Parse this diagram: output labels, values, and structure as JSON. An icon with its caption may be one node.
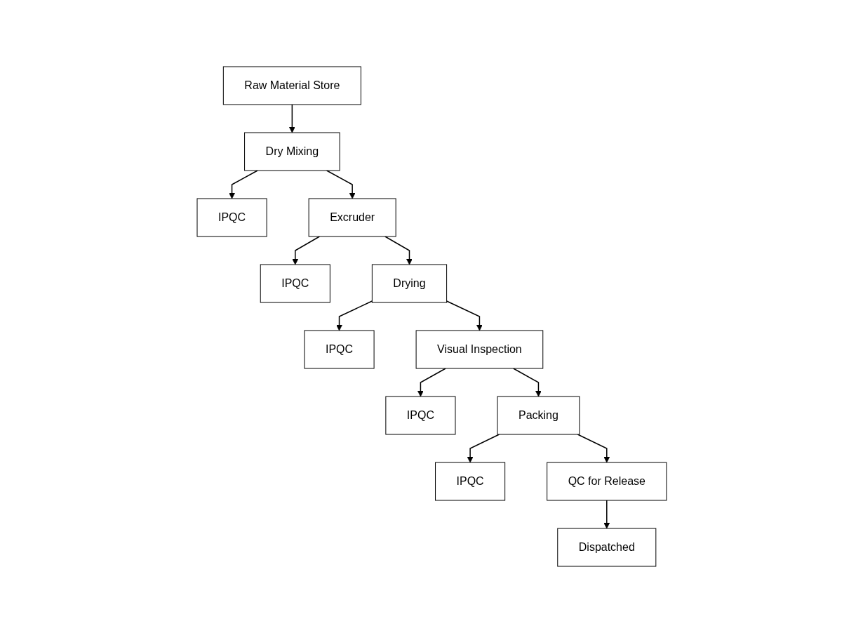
{
  "diagram": {
    "nodes": [
      {
        "text": [
          "Raw Material Store"
        ]
      },
      {
        "text": [
          "Dry Mixing"
        ]
      },
      {
        "text": [
          "IPQC"
        ]
      },
      {
        "text": [
          "Excruder"
        ]
      },
      {
        "text": [
          "IPQC"
        ]
      },
      {
        "text": [
          "Drying"
        ]
      },
      {
        "text": [
          "IPQC"
        ]
      },
      {
        "text": [
          "Visual Inspection"
        ]
      },
      {
        "text": [
          "IPQC"
        ]
      },
      {
        "text": [
          "Packing"
        ]
      },
      {
        "text": [
          "IPQC"
        ]
      },
      {
        "text": [
          "QC for Release"
        ]
      },
      {
        "text": [
          "Dispatched"
        ]
      }
    ],
    "edges": [
      {
        "from": 0,
        "to": 1,
        "arrow": "to"
      },
      {
        "from": 1,
        "to": 2,
        "arrow": "to"
      },
      {
        "from": 1,
        "to": 3,
        "arrow": "to"
      },
      {
        "from": 3,
        "to": 4,
        "arrow": "to"
      },
      {
        "from": 3,
        "to": 5,
        "arrow": "to"
      },
      {
        "from": 5,
        "to": 6,
        "arrow": "to"
      },
      {
        "from": 5,
        "to": 7,
        "arrow": "to"
      },
      {
        "from": 7,
        "to": 8,
        "arrow": "to"
      },
      {
        "from": 7,
        "to": 9,
        "arrow": "to"
      },
      {
        "from": 9,
        "to": 10,
        "arrow": "to"
      },
      {
        "from": 9,
        "to": 11,
        "arrow": "to"
      },
      {
        "from": 11,
        "to": 12,
        "arrow": "to"
      }
    ]
  }
}
